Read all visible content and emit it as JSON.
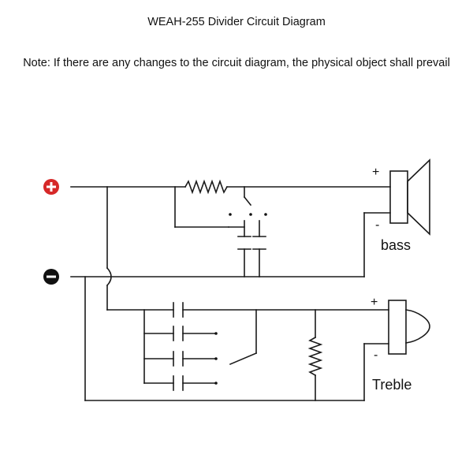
{
  "title": "WEAH-255 Divider Circuit Diagram",
  "note": "Note: If there are any changes to the circuit diagram, the physical object shall prevail",
  "terminals": {
    "positive_icon": "plus-circle-icon",
    "negative_icon": "minus-circle-icon",
    "positive_color": "#d62828",
    "negative_color": "#111111"
  },
  "bass": {
    "label": "bass",
    "plus": "+",
    "minus": "-"
  },
  "treble": {
    "label": "Treble",
    "plus": "+",
    "minus": "-"
  }
}
